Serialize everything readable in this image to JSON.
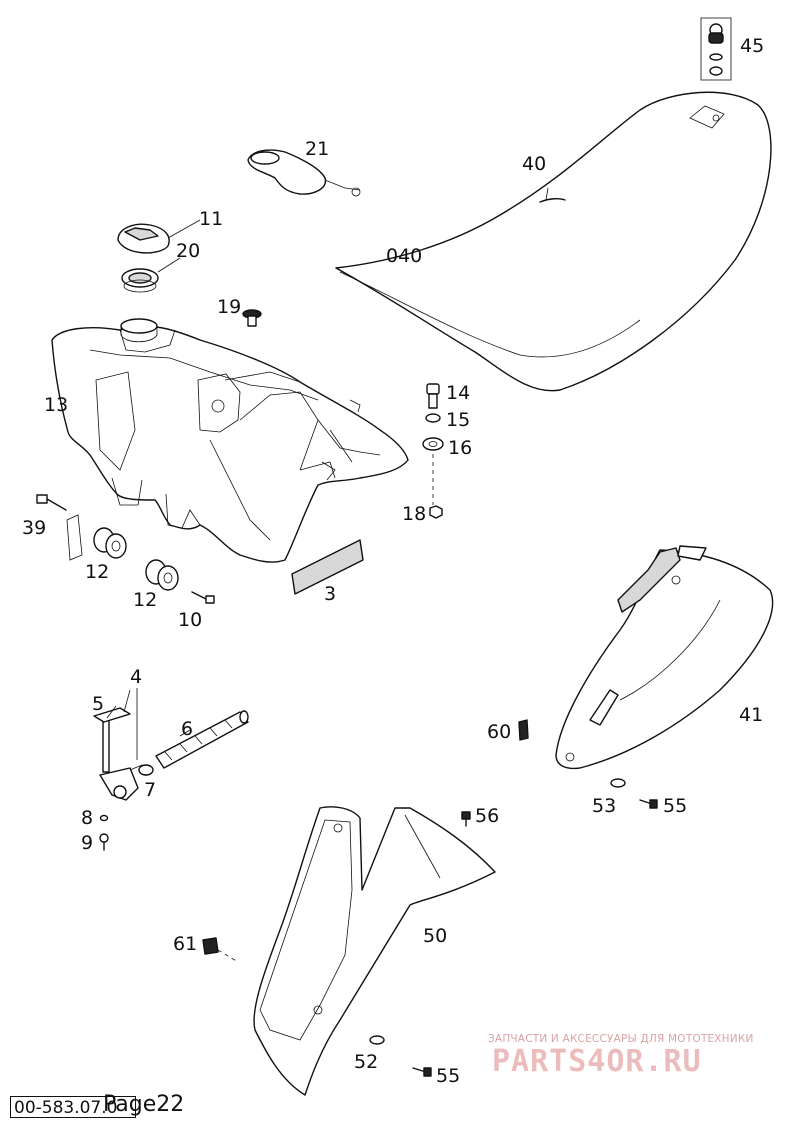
{
  "diagram": {
    "labels": {
      "l45": "45",
      "l21": "21",
      "l40": "40",
      "l040": "040",
      "l11": "11",
      "l20": "20",
      "l19": "19",
      "l13": "13",
      "l14": "14",
      "l15": "15",
      "l16": "16",
      "l18": "18",
      "l39": "39",
      "l12a": "12",
      "l12b": "12",
      "l10": "10",
      "l3": "3",
      "l4": "4",
      "l5": "5",
      "l6": "6",
      "l7": "7",
      "l8": "8",
      "l9": "9",
      "l60": "60",
      "l41": "41",
      "l53": "53",
      "l55a": "55",
      "l56": "56",
      "l50": "50",
      "l61": "61",
      "l52": "52",
      "l55b": "55"
    }
  },
  "footer": {
    "doc_code": "00-583.07.0",
    "page_label": "Page22"
  },
  "watermark": {
    "tagline": "ЗАПЧАСТИ И АКСЕССУАРЫ ДЛЯ МОТОТЕХНИКИ",
    "logo": "PARTS4OR.RU"
  }
}
